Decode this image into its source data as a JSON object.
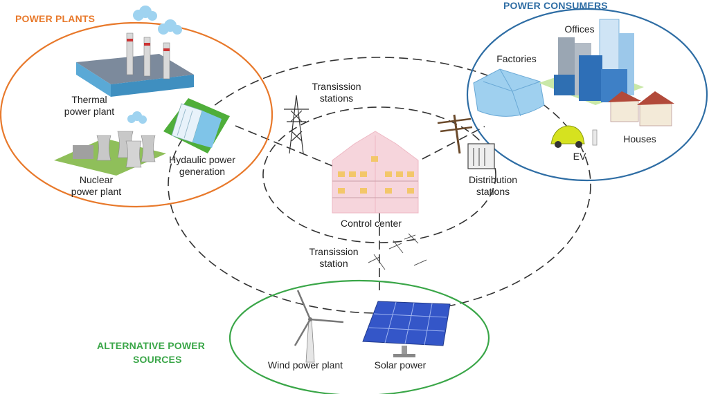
{
  "sections": {
    "power_plants": "POWER PLANTS",
    "power_consumers": "POWER CONSUMERS",
    "alternative_line1": "ALTERNATIVE POWER",
    "alternative_line2": "SOURCES"
  },
  "labels": {
    "thermal_line1": "Thermal",
    "thermal_line2": "power plant",
    "nuclear_line1": "Nuclear",
    "nuclear_line2": "power plant",
    "hydro_line1": "Hydaulic power",
    "hydro_line2": "generation",
    "transmission_stations_line1": "Transission",
    "transmission_stations_line2": "stations",
    "control_center": "Control center",
    "distribution_line1": "Distribution",
    "distribution_line2": "stations",
    "transmission_station_line1": "Transission",
    "transmission_station_line2": "station",
    "factories": "Factories",
    "offices": "Offices",
    "houses": "Houses",
    "ev": "EV",
    "wind": "Wind power plant",
    "solar": "Solar power"
  },
  "colors": {
    "power_plants": "#e8792b",
    "power_consumers": "#2e6da4",
    "alternative": "#3aa648",
    "dash": "#333333"
  },
  "icons": [
    "thermal-plant-icon",
    "nuclear-plant-icon",
    "hydro-dam-icon",
    "transmission-tower-icon",
    "control-center-building-icon",
    "distribution-pole-icon",
    "factory-icon",
    "office-buildings-icon",
    "house-icon",
    "ev-car-icon",
    "wind-turbine-icon",
    "solar-panel-icon",
    "cloud-icon"
  ]
}
